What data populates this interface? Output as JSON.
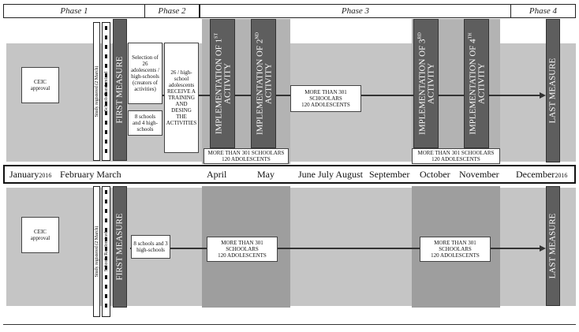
{
  "phases": [
    "Phase 1",
    "Phase 2",
    "Phase 3",
    "Phase 4"
  ],
  "timeline": {
    "january": "January",
    "year_start": "2016",
    "feb_march": "February  March",
    "april": "April",
    "may": "May",
    "summer": "June July August",
    "september": "September",
    "october": "October",
    "november": "November",
    "december": "December",
    "year_end": "2016"
  },
  "top": {
    "ceic": "CEIC approval",
    "strip_registered": "Study registered (2 March)",
    "strip_randomized": "Schools Randomized",
    "first_measure": "FIRST MEASURE",
    "selection": "Selection of 26 adolescents / high-schools (creators of activities)",
    "schools": "8 schools and 4 high-schools",
    "training": "26 / high-school adolescents RECEIVE A TRAINING AND DESING THE ACTIVITIES",
    "impl1_pre": "IMPLEMENTATION OF 1",
    "impl1_sup": "ST",
    "impl2_pre": "IMPLEMENTATION OF 2",
    "impl2_sup": "ND",
    "impl3_pre": "IMPLEMENTATION OF 3",
    "impl3_sup": "RD",
    "impl4_pre": "IMPLEMENTATION OF 4",
    "impl4_sup": "TH",
    "activity": "ACTIVITY",
    "mid_l1": "MORE THAN 301",
    "mid_l2": "SCHOOLARS",
    "mid_l3": "120 ADOLESCENTS",
    "below_apr_l1": "MORE THAN 301 SCHOOLARS",
    "below_apr_l2": "120 ADOLESCENTS",
    "below_oct_l1": "MORE THAN 301 SCHOOLARS",
    "below_oct_l2": "120 ADOLESCENTS",
    "last_measure": "LAST MEASURE"
  },
  "bottom": {
    "ceic": "CEIC approval",
    "strip_registered": "Study registered (2 March)",
    "strip_randomized": "Schools Randomized",
    "first_measure": "FIRST MEASURE",
    "schools": "8 schools and 3 high-schools",
    "box1_l1": "MORE THAN 301",
    "box1_l2": "SCHOOLARS",
    "box1_l3": "120 ADOLESCENTS",
    "box2_l1": "MORE THAN 301",
    "box2_l2": "SCHOOLARS",
    "box2_l3": "120 ADOLESCENTS",
    "last_measure": "LAST MEASURE"
  }
}
